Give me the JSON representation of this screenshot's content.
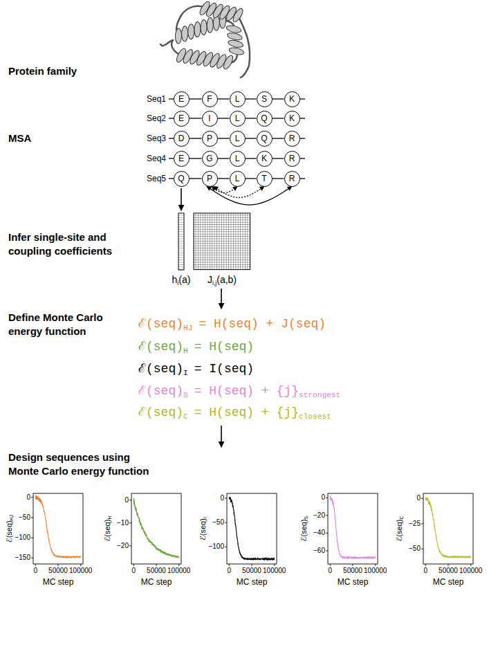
{
  "diagram": {
    "nodes": [
      {
        "text": [
          "E"
        ]
      },
      {
        "text": [
          "F"
        ]
      },
      {
        "text": [
          "L"
        ]
      },
      {
        "text": [
          "S"
        ]
      },
      {
        "text": [
          "K"
        ]
      },
      {
        "text": [
          "E"
        ]
      },
      {
        "text": [
          "I"
        ]
      },
      {
        "text": [
          "L"
        ]
      },
      {
        "text": [
          "Q"
        ]
      },
      {
        "text": [
          "K"
        ]
      },
      {
        "text": [
          "D"
        ]
      },
      {
        "text": [
          "P"
        ]
      },
      {
        "text": [
          "L"
        ]
      },
      {
        "text": [
          "Q"
        ]
      },
      {
        "text": [
          "R"
        ]
      },
      {
        "text": [
          "E"
        ]
      },
      {
        "text": [
          "G"
        ]
      },
      {
        "text": [
          "L"
        ]
      },
      {
        "text": [
          "K"
        ]
      },
      {
        "text": [
          "R"
        ]
      },
      {
        "text": [
          "Q"
        ]
      },
      {
        "text": [
          "P"
        ]
      },
      {
        "text": [
          "L"
        ]
      },
      {
        "text": [
          "T"
        ]
      },
      {
        "text": [
          "R"
        ]
      }
    ],
    "edges": [
      {
        "from": 0,
        "to": 1,
        "arrow": "none"
      },
      {
        "from": 1,
        "to": 2,
        "arrow": "none"
      },
      {
        "from": 2,
        "to": 3,
        "arrow": "none"
      },
      {
        "from": 3,
        "to": 4,
        "arrow": "none"
      },
      {
        "from": 5,
        "to": 6,
        "arrow": "none"
      },
      {
        "from": 6,
        "to": 7,
        "arrow": "none"
      },
      {
        "from": 7,
        "to": 8,
        "arrow": "none"
      },
      {
        "from": 8,
        "to": 9,
        "arrow": "none"
      },
      {
        "from": 10,
        "to": 11,
        "arrow": "none"
      },
      {
        "from": 11,
        "to": 12,
        "arrow": "none"
      },
      {
        "from": 12,
        "to": 13,
        "arrow": "none"
      },
      {
        "from": 13,
        "to": 14,
        "arrow": "none"
      },
      {
        "from": 15,
        "to": 16,
        "arrow": "none"
      },
      {
        "from": 16,
        "to": 17,
        "arrow": "none"
      },
      {
        "from": 17,
        "to": 18,
        "arrow": "none"
      },
      {
        "from": 18,
        "to": 19,
        "arrow": "none"
      },
      {
        "from": 20,
        "to": 21,
        "arrow": "none"
      },
      {
        "from": 21,
        "to": 22,
        "arrow": "none"
      },
      {
        "from": 22,
        "to": 23,
        "arrow": "none"
      },
      {
        "from": 23,
        "to": 24,
        "arrow": "none"
      },
      {
        "from": 21,
        "to": 22,
        "arrow": "both"
      },
      {
        "from": 21,
        "to": 23,
        "arrow": "both"
      },
      {
        "from": 21,
        "to": 24,
        "arrow": "both"
      }
    ],
    "labels": [
      "Protein family",
      "MSA",
      "Seq1",
      "Seq2",
      "Seq3",
      "Seq4",
      "Seq5",
      "h",
      "i",
      "(a)",
      "J",
      "i,j",
      "(a,b)",
      "Infer single-site and coupling coefficients",
      "Define Monte Carlo energy function",
      "ℰ(seq)",
      "HJ",
      "= H(seq) + J(seq)",
      "ℰ(seq)",
      "H",
      "= H(seq)",
      "ℰ(seq)",
      "I",
      "= I(seq)",
      "ℰ(seq)",
      "S",
      "= H(seq) + {j}",
      "strongest",
      "ℰ(seq)",
      "C",
      "= H(seq) + {j}",
      "closest",
      "Design sequences using Monte Carlo energy function",
      "ℰ(seq)",
      "HJ",
      "0",
      "−50",
      "−100",
      "−150",
      "0",
      "50000",
      "100000",
      "MC step",
      "ℰ(seq)",
      "H",
      "0",
      "−10",
      "−20",
      "0",
      "50000",
      "100000",
      "MC step",
      "ℰ(seq)",
      "I",
      "0",
      "−50",
      "−100",
      "0",
      "50000",
      "100000",
      "MC step",
      "ℰ(seq)",
      "S",
      "0",
      "−20",
      "−40",
      "−60",
      "0",
      "50000",
      "100000",
      "MC step",
      "ℰ(seq)",
      "C",
      "0",
      "−25",
      "−50",
      "0",
      "50000",
      "100000",
      "MC step"
    ]
  }
}
